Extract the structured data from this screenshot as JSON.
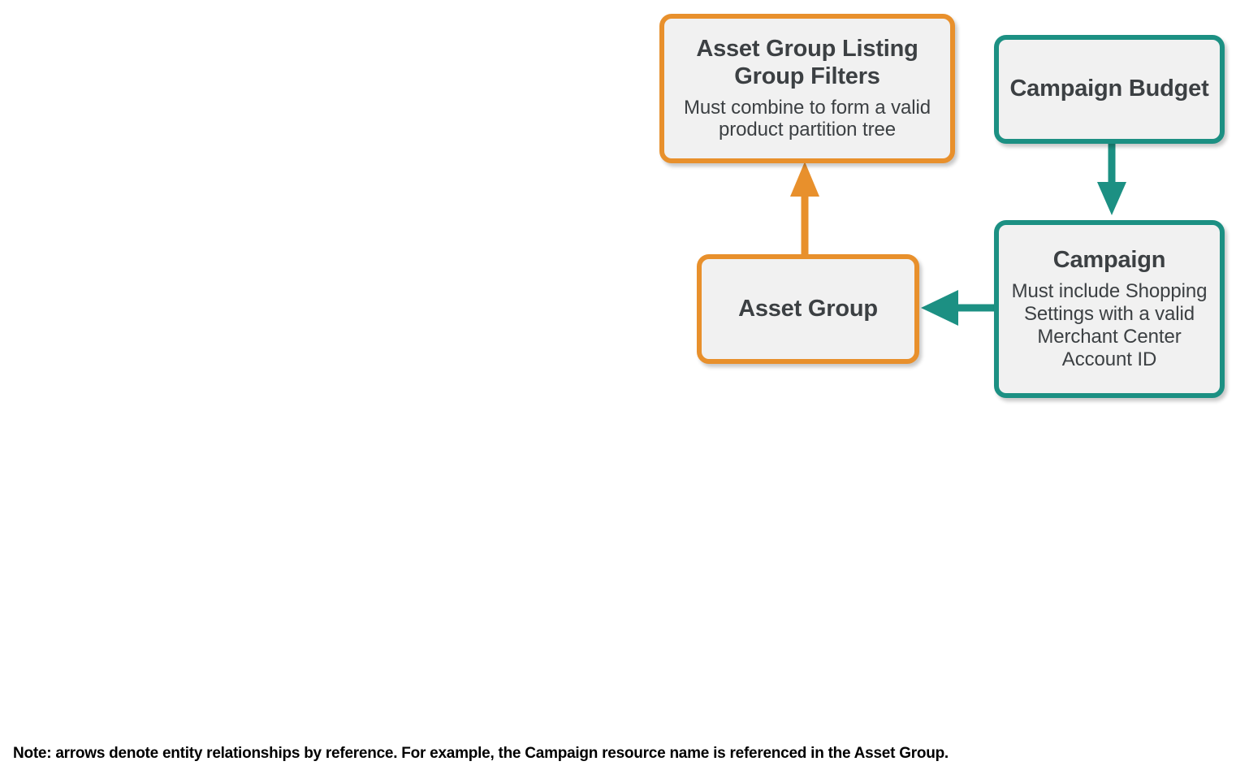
{
  "diagram": {
    "type": "entity-relationship",
    "background_color": "#ffffff",
    "palette": {
      "orange": "#E8902C",
      "teal": "#1C9083",
      "node_fill": "#F1F1F1",
      "text": "#3C4043",
      "note_text": "#000000"
    },
    "nodes": [
      {
        "id": "listing-group-filters",
        "title": "Asset Group Listing Group Filters",
        "subtitle": "Must combine to form a valid product partition tree",
        "color": "orange"
      },
      {
        "id": "campaign-budget",
        "title": "Campaign Budget",
        "subtitle": "",
        "color": "teal"
      },
      {
        "id": "asset-group",
        "title": "Asset Group",
        "subtitle": "",
        "color": "orange"
      },
      {
        "id": "campaign",
        "title": "Campaign",
        "subtitle": "Must include Shopping Settings with a valid Merchant Center Account ID",
        "color": "teal"
      }
    ],
    "edges": [
      {
        "id": "asset-group-to-listing-group-filters",
        "from": "asset-group",
        "to": "listing-group-filters",
        "direction": "up",
        "color": "orange"
      },
      {
        "id": "campaign-budget-to-campaign",
        "from": "campaign-budget",
        "to": "campaign",
        "direction": "down",
        "color": "teal"
      },
      {
        "id": "campaign-to-asset-group",
        "from": "campaign",
        "to": "asset-group",
        "direction": "left",
        "color": "teal"
      }
    ],
    "note": "Note: arrows denote entity relationships by reference. For example, the Campaign resource name is referenced in the Asset Group."
  }
}
